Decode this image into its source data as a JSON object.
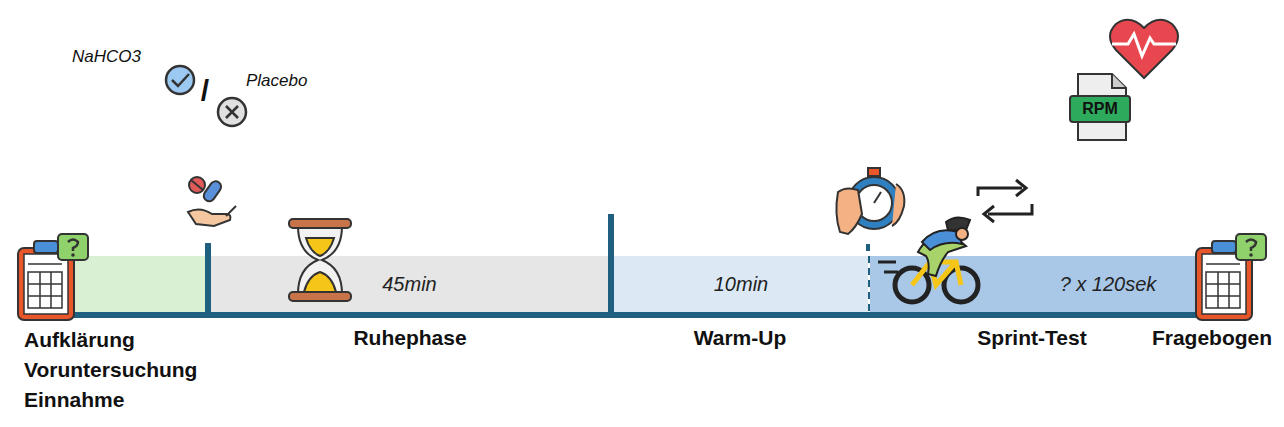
{
  "diagram": {
    "nodes": [
      {
        "text": [
          "45min"
        ]
      },
      {
        "text": [
          "10min"
        ]
      },
      {
        "text": [
          "? x 120sek"
        ]
      }
    ],
    "labels": [
      "NaHCO3",
      "/",
      "Placebo",
      "RPM",
      "Aufklärung Voruntersuchung Einnahme",
      "Ruhephase",
      "Warm-Up",
      "Sprint-Test",
      "Fragebogen"
    ]
  }
}
